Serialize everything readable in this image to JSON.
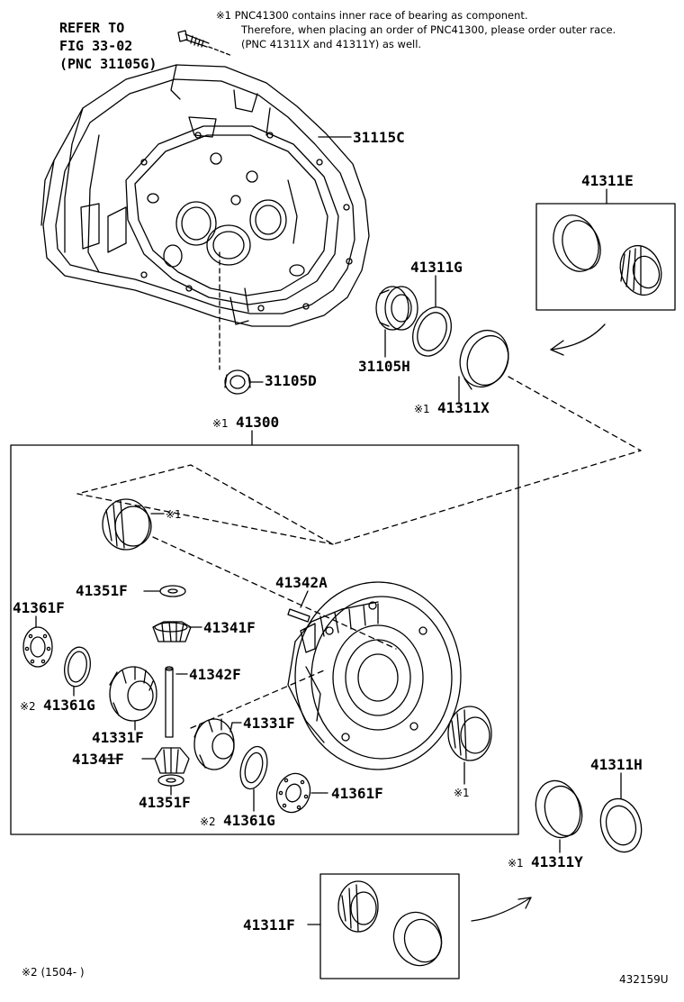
{
  "header": {
    "refer": [
      "REFER TO",
      "FIG 33-02",
      "(PNC 31105G)"
    ],
    "note_lines": [
      "※1 PNC41300 contains inner race of bearing as component.",
      "Therefore, when placing an order of PNC41300, please order outer race.",
      "(PNC 41311X and 41311Y) as well."
    ]
  },
  "parts": {
    "p31115C": "31115C",
    "p31105D": "31105D",
    "p31105H": "31105H",
    "p41311G": "41311G",
    "p41311E": "41311E",
    "p41311X": "41311X",
    "p41300": "41300",
    "p41342A": "41342A",
    "p41351F_top": "41351F",
    "p41361F_left": "41361F",
    "p41341F_top": "41341F",
    "p41342F": "41342F",
    "p41361G_left": "41361G",
    "p41331F_left": "41331F",
    "p41331F_right": "41331F",
    "p41341F_bottom": "41341F",
    "p41351F_bottom": "41351F",
    "p41361G_bottom": "41361G",
    "p41361F_right": "41361F",
    "p41311H": "41311H",
    "p41311Y": "41311Y",
    "p41311F": "41311F"
  },
  "marks": {
    "m1": "※1",
    "m2": "※2"
  },
  "footer": {
    "range": "※2 (1504-      )",
    "figure_code": "432159U"
  }
}
